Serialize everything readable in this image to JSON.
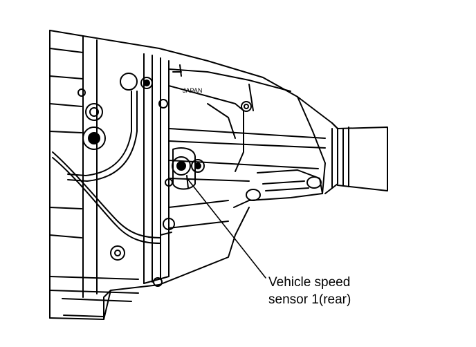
{
  "diagram": {
    "stamp_text": "JAPAN",
    "callout": {
      "line1": "Vehicle speed",
      "line2": "sensor 1(rear)"
    },
    "colors": {
      "ink": "#000000",
      "paper": "#ffffff"
    }
  }
}
